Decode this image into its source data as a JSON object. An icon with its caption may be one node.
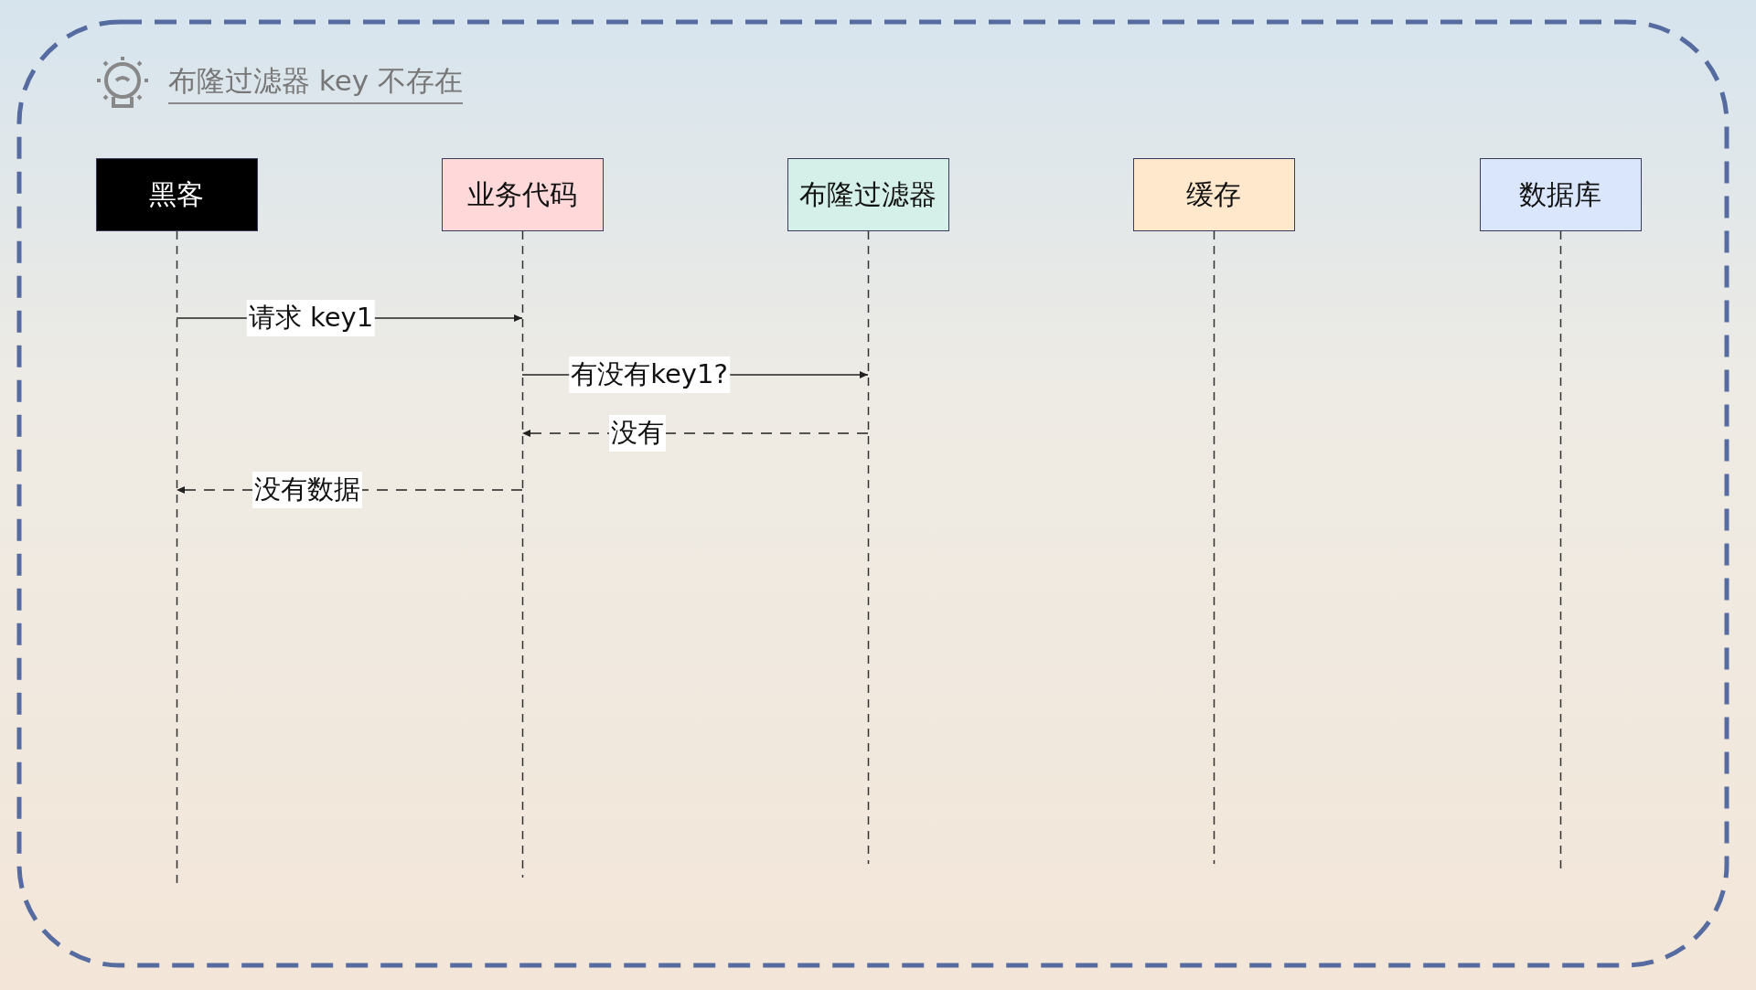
{
  "diagram": {
    "title": "布隆过滤器 key 不存在",
    "nodes": [
      {
        "text": [
          "黑客"
        ]
      },
      {
        "text": [
          "业务代码"
        ]
      },
      {
        "text": [
          "布隆过滤器"
        ]
      },
      {
        "text": [
          "缓存"
        ]
      },
      {
        "text": [
          "数据库"
        ]
      }
    ],
    "edges": [
      {
        "from": 0,
        "to": 1,
        "arrow": "to",
        "label": "请求 key1"
      },
      {
        "from": 1,
        "to": 2,
        "arrow": "to",
        "label": "有没有key1?"
      },
      {
        "from": 2,
        "to": 1,
        "arrow": "to",
        "label": "没有",
        "style": "dashed"
      },
      {
        "from": 1,
        "to": 0,
        "arrow": "to",
        "label": "没有数据",
        "style": "dashed"
      }
    ]
  }
}
